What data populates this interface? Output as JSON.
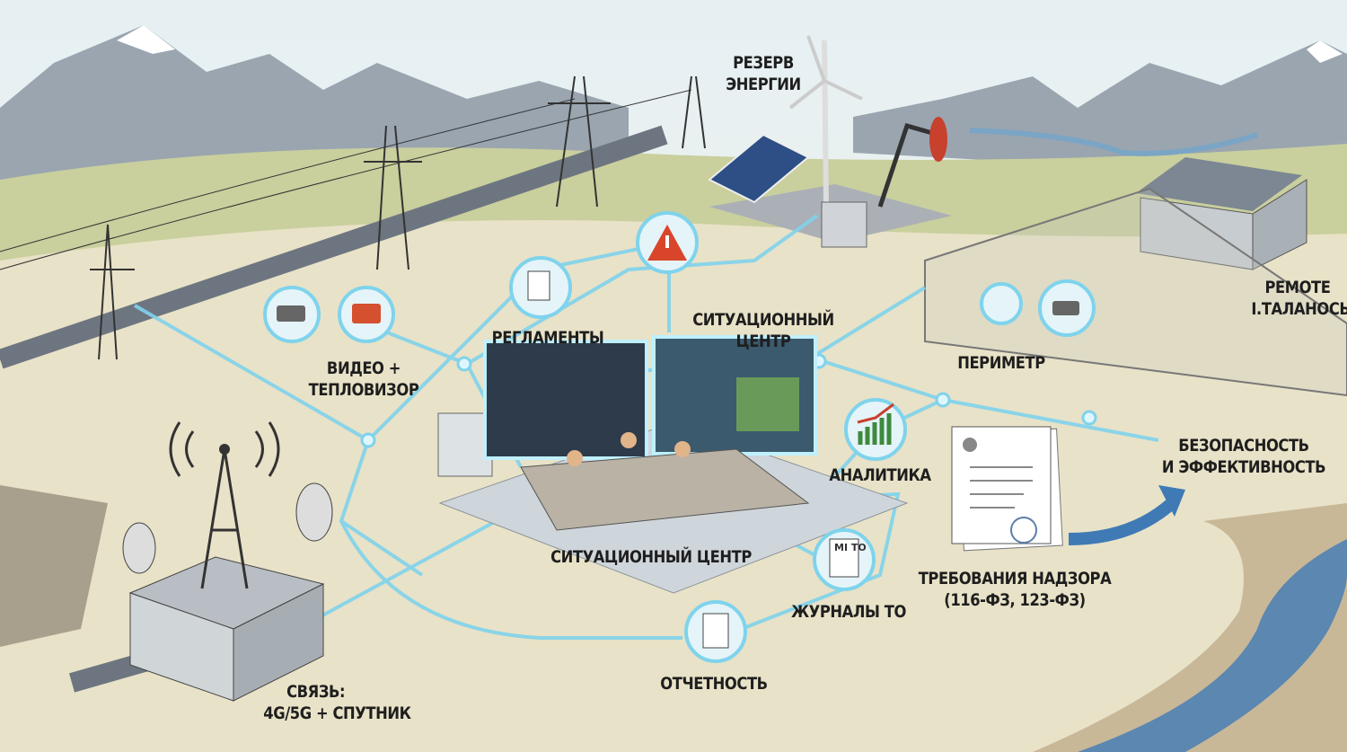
{
  "labels": {
    "energy_reserve": [
      "РЕЗЕРВ",
      "ЭНЕРГИИ"
    ],
    "video": [
      "ВИДЕО +",
      "ТЕПЛОВИЗОР"
    ],
    "regulations": "РЕГЛАМЕНТЫ",
    "situation_center_top": [
      "СИТУАЦИОННЫЙ",
      "ЦЕНТР"
    ],
    "perimeter": "ПЕРИМЕТР",
    "remote": [
      "РЕМОТЕ",
      "І.ТАЛАНОСЫ"
    ],
    "safety": [
      "БЕЗОПАСНОСТЬ",
      "И ЭФФЕКТИВНОСТЬ"
    ],
    "analytics": "АНАЛИТИКА",
    "situation_center": "СИТУАЦИОННЫЙ ЦЕНТР",
    "supervision": [
      "ТРЕБОВАНИЯ НАДЗОРА",
      "(116-ФЗ, 123-ФЗ)"
    ],
    "maintenance_logs": "ЖУРНАЛЫ ТО",
    "reporting": "ОТЧЕТНОСТЬ",
    "connectivity": [
      "СВЯЗЬ:",
      "4G/5G + СПУТНИК"
    ]
  },
  "icon_text": {
    "logs_doc": "MI TO"
  },
  "icons": [
    "warning-icon",
    "document-pencil-icon",
    "camera-icon",
    "thermal-camera-icon",
    "chart-icon",
    "logbook-icon",
    "report-icon",
    "cctv-icon",
    "sensor-icon",
    "certificate-icon",
    "arrow-icon"
  ],
  "colors": {
    "network": "#7fd3ec",
    "ground": "#e8e2c8",
    "mountain": "#8a96a3",
    "river": "#5b87b0",
    "warning": "#d9452b"
  }
}
